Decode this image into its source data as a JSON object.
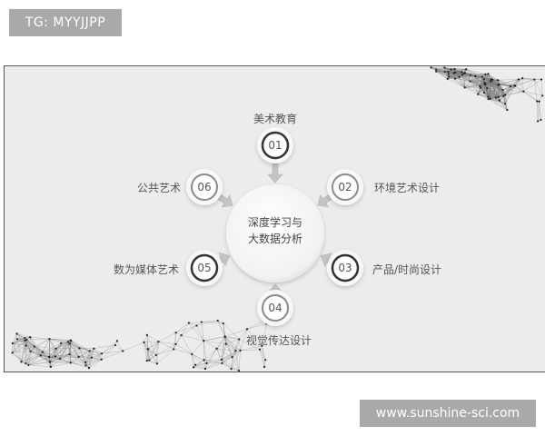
{
  "watermark_tag": "TG: MYYJJPP",
  "watermark_url": "www.sunshine-sci.com",
  "center": {
    "line1": "深度学习与",
    "line2": "大数据分析"
  },
  "nodes": [
    {
      "num": "01",
      "label": "美术教育"
    },
    {
      "num": "02",
      "label": "环境艺术设计"
    },
    {
      "num": "03",
      "label": "产品/时尚设计"
    },
    {
      "num": "04",
      "label": "视觉传达设计"
    },
    {
      "num": "05",
      "label": "数为媒体艺术"
    },
    {
      "num": "06",
      "label": "公共艺术"
    }
  ],
  "colors": {
    "background": "#ececec",
    "ring_dark": "#333333",
    "ring_light": "#8a8a8a",
    "arrow": "#c4c4c4"
  }
}
